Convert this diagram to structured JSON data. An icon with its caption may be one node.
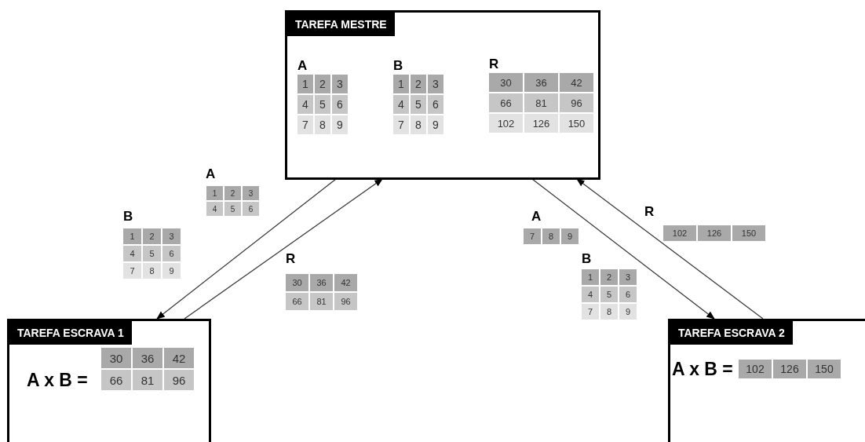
{
  "diagram": {
    "nodes": [
      {
        "text": [
          "TAREFA MESTRE"
        ]
      },
      {
        "text": [
          "TAREFA ESCRAVA 1",
          "A x B ="
        ]
      },
      {
        "text": [
          "TAREFA ESCRAVA 2",
          "A x B ="
        ]
      }
    ],
    "edges": [
      {
        "from": 0,
        "to": 1,
        "arrow": "to"
      },
      {
        "from": 1,
        "to": 0,
        "arrow": "to"
      },
      {
        "from": 0,
        "to": 2,
        "arrow": "to"
      },
      {
        "from": 2,
        "to": 0,
        "arrow": "to"
      }
    ],
    "labels": [
      "A",
      "1",
      "2",
      "3",
      "4",
      "5",
      "6",
      "7",
      "8",
      "9",
      "B",
      "1",
      "2",
      "3",
      "4",
      "5",
      "6",
      "7",
      "8",
      "9",
      "R",
      "30",
      "36",
      "42",
      "66",
      "81",
      "96",
      "102",
      "126",
      "150",
      "A",
      "1",
      "2",
      "3",
      "4",
      "5",
      "6",
      "B",
      "1",
      "2",
      "3",
      "4",
      "5",
      "6",
      "7",
      "8",
      "9",
      "R",
      "30",
      "36",
      "42",
      "66",
      "81",
      "96",
      "R",
      "102",
      "126",
      "150",
      "A",
      "7",
      "8",
      "9",
      "B",
      "1",
      "2",
      "3",
      "4",
      "5",
      "6",
      "7",
      "8",
      "9",
      "30",
      "36",
      "42",
      "66",
      "81",
      "96",
      "102",
      "126",
      "150"
    ]
  }
}
